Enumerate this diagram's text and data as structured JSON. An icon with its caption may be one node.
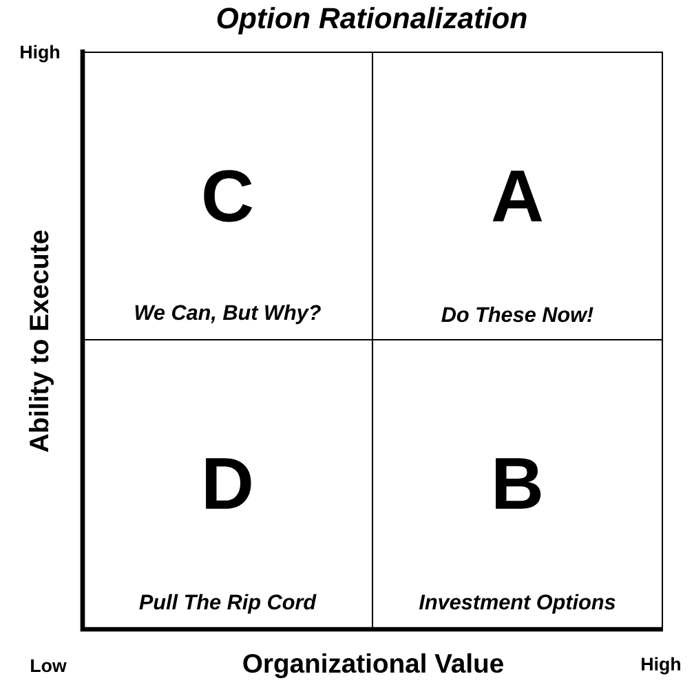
{
  "diagram": {
    "title": "Option Rationalization",
    "nodes": [
      {
        "text": [
          "C",
          "We Can, But Why?"
        ]
      },
      {
        "text": [
          "A",
          "Do These Now!"
        ]
      },
      {
        "text": [
          "D",
          "Pull The Rip Cord"
        ]
      },
      {
        "text": [
          "B",
          "Investment Options"
        ]
      }
    ],
    "edges": [],
    "labels": [
      "High",
      "Ability to Execute",
      "Low",
      "Organizational Value",
      "High"
    ]
  }
}
